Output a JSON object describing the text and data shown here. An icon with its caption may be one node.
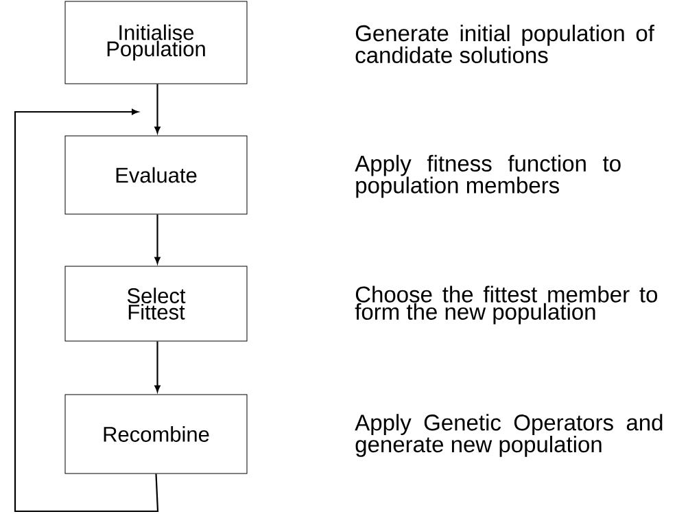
{
  "diagram": {
    "nodes": [
      {
        "text": [
          "Initialise Population"
        ]
      },
      {
        "text": [
          "Evaluate"
        ]
      },
      {
        "text": [
          "Select Fittest"
        ]
      },
      {
        "text": [
          "Recombine"
        ]
      }
    ],
    "edges": [
      {
        "from": 0,
        "to": 1,
        "arrow": "to"
      },
      {
        "from": 1,
        "to": 2,
        "arrow": "to"
      },
      {
        "from": 2,
        "to": 3,
        "arrow": "to"
      },
      {
        "from": 3,
        "to": 1,
        "arrow": "to"
      }
    ],
    "labels": [
      "Generate  initial population of candidate solutions",
      "Apply fitness function to population members",
      "Choose the fittest member to form the new population",
      "Apply Genetic Operators and generate new population"
    ]
  }
}
